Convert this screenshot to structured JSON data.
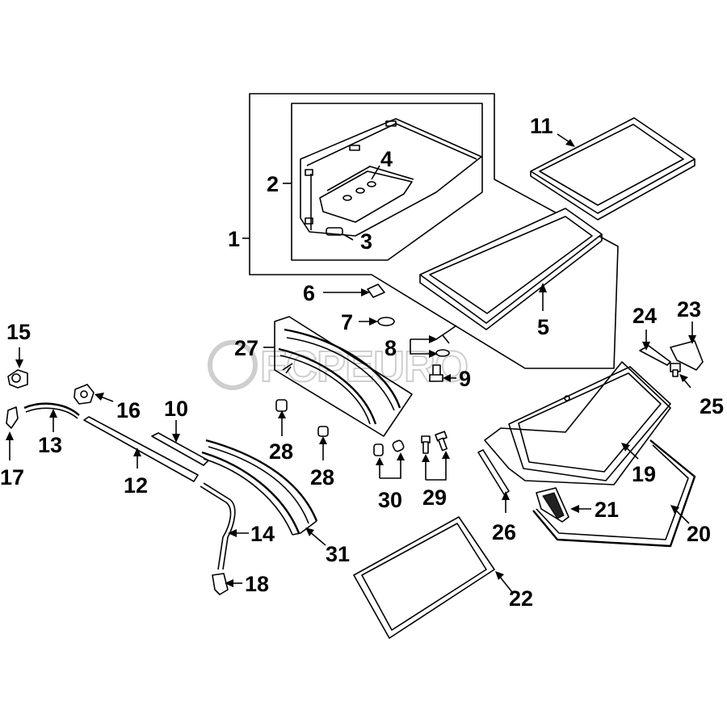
{
  "diagram": {
    "callouts": [
      {
        "id": "1",
        "label": "1"
      },
      {
        "id": "2",
        "label": "2"
      },
      {
        "id": "3",
        "label": "3"
      },
      {
        "id": "4",
        "label": "4"
      },
      {
        "id": "5",
        "label": "5"
      },
      {
        "id": "6",
        "label": "6"
      },
      {
        "id": "7",
        "label": "7"
      },
      {
        "id": "8",
        "label": "8"
      },
      {
        "id": "9",
        "label": "9"
      },
      {
        "id": "10",
        "label": "10"
      },
      {
        "id": "11",
        "label": "11"
      },
      {
        "id": "12",
        "label": "12"
      },
      {
        "id": "13",
        "label": "13"
      },
      {
        "id": "14",
        "label": "14"
      },
      {
        "id": "15",
        "label": "15"
      },
      {
        "id": "16",
        "label": "16"
      },
      {
        "id": "17",
        "label": "17"
      },
      {
        "id": "18",
        "label": "18"
      },
      {
        "id": "19",
        "label": "19"
      },
      {
        "id": "20",
        "label": "20"
      },
      {
        "id": "21",
        "label": "21"
      },
      {
        "id": "22",
        "label": "22"
      },
      {
        "id": "23",
        "label": "23"
      },
      {
        "id": "24",
        "label": "24"
      },
      {
        "id": "25",
        "label": "25"
      },
      {
        "id": "26",
        "label": "26"
      },
      {
        "id": "27",
        "label": "27"
      },
      {
        "id": "28a",
        "label": "28"
      },
      {
        "id": "28b",
        "label": "28"
      },
      {
        "id": "29",
        "label": "29"
      },
      {
        "id": "30",
        "label": "30"
      },
      {
        "id": "31",
        "label": "31"
      }
    ],
    "watermark": {
      "text": "FCPEURO",
      "color": "#c9c9c9"
    },
    "line_color": "#000000",
    "background": "#ffffff"
  }
}
